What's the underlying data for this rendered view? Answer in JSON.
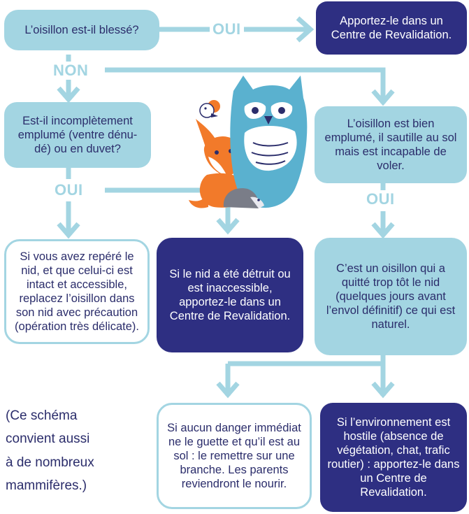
{
  "colors": {
    "light": "#a3d5e2",
    "dark": "#2e2f82",
    "text": "#2b2d6b",
    "white": "#ffffff"
  },
  "labels": {
    "yes": "OUI",
    "no": "NON"
  },
  "nodes": {
    "q_injured": "L’oisillon est-il blessé?",
    "a_center_1": "Apportez-le dans un Centre de Revalidation.",
    "q_feathers": "Est-il incomplètement emplumé (ventre dénu-dé) ou en duvet?",
    "q_hopping": "L’oisillon est bien emplumé, il sautille au sol mais est incapable de voler.",
    "a_replace_nest": "Si vous avez repéré le nid, et que celui-ci est intact et accessible, replacez l’oisillon dans son nid avec précaution (opération très délicate).",
    "a_nest_destroyed": "Si le nid a été détruit ou est inaccessible, apportez-le dans un Centre de Revalidation.",
    "a_fledgling": "C’est un oisillon qui a quitté trop tôt le nid (quelques jours avant l’envol définitif) ce qui est naturel.",
    "a_branch": "Si aucun danger immédiat ne le guette et qu’il est au sol : le remettre sur une branche. Les parents reviendront le nourir.",
    "a_hostile": "Si l’environnement est hostile (absence de végétation, chat, trafic routier) : apportez-le dans un Centre de Revalidation."
  },
  "note": [
    "(Ce schéma",
    "convient aussi",
    "à de nombreux",
    "mammifères.)"
  ],
  "illustration": {
    "icons": [
      "fox-icon",
      "owl-icon",
      "hedgehog-icon",
      "bird-icon"
    ]
  }
}
